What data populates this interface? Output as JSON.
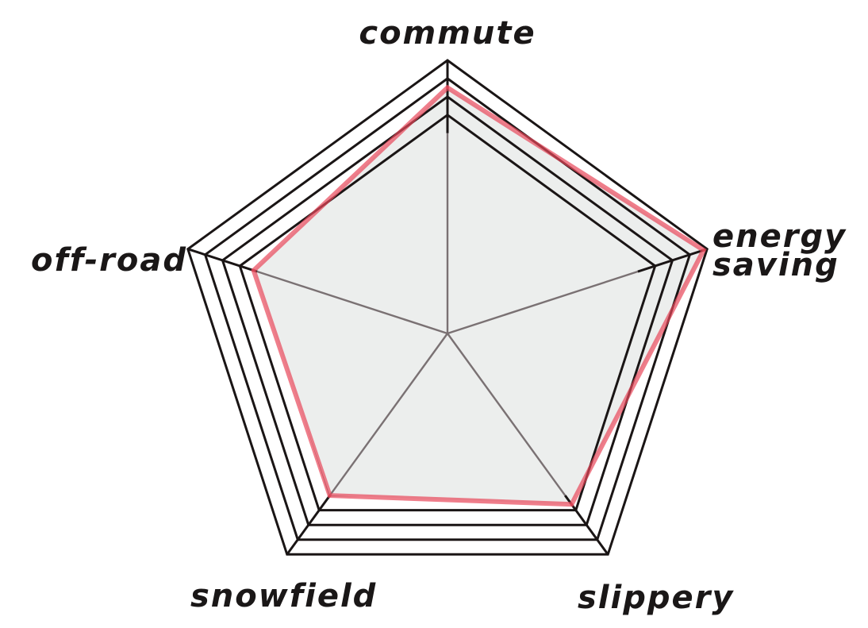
{
  "chart_data": {
    "type": "radar",
    "axes": [
      "commute",
      "energy saving",
      "slippery",
      "snowfield",
      "off-road"
    ],
    "axis_labels": [
      [
        "commute"
      ],
      [
        "energy",
        "saving"
      ],
      [
        "slippery"
      ],
      [
        "snowfield"
      ],
      [
        "off-road"
      ]
    ],
    "rings": 15,
    "range": [
      0,
      15
    ],
    "values": [
      13.5,
      14.8,
      11.6,
      11,
      11.2
    ],
    "colors": {
      "series_line": "#e8475a",
      "series_fill": "#eceeed",
      "outer_rings": "#1a1515",
      "inner_rings": "#7a7173"
    }
  }
}
